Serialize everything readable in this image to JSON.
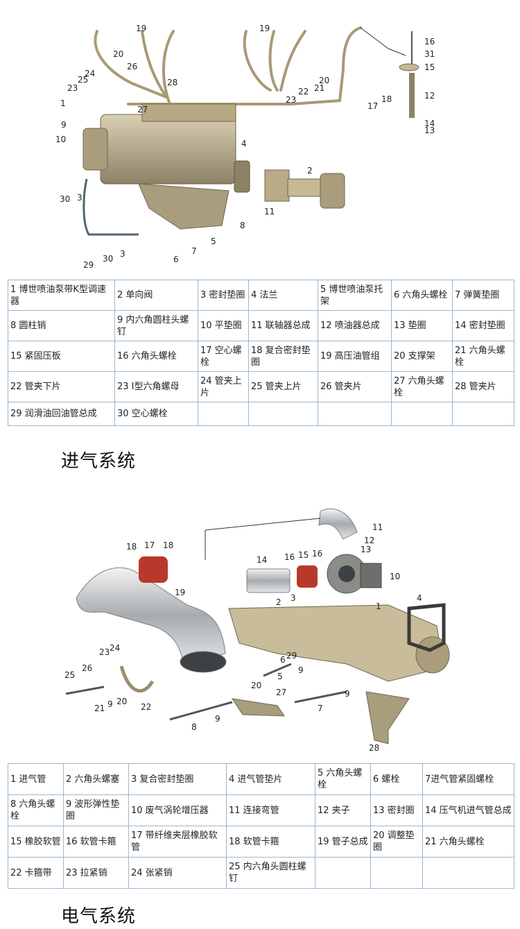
{
  "fuel_system": {
    "callouts": [
      "1",
      "2",
      "3",
      "4",
      "5",
      "6",
      "7",
      "8",
      "9",
      "10",
      "11",
      "12",
      "13",
      "14",
      "15",
      "16",
      "17",
      "18",
      "19",
      "20",
      "21",
      "22",
      "23",
      "24",
      "25",
      "26",
      "27",
      "28",
      "29",
      "30",
      "31"
    ],
    "parts": [
      [
        "1 博世喷油泵带K型调速器",
        "2 单向阀",
        "3 密封垫圈",
        "4 法兰",
        "5 博世喷油泵托架",
        "6 六角头螺栓",
        "7 弹簧垫圈"
      ],
      [
        "8 圆柱销",
        "9 内六角圆柱头螺钉",
        "10 平垫圈",
        "11 联轴器总成",
        "12 喷油器总成",
        "13 垫圈",
        "14 密封垫圈"
      ],
      [
        "15 紧固压板",
        "16 六角头螺栓",
        "17 空心螺栓",
        "18 复合密封垫圈",
        "19 高压油管组",
        "20 支撑架",
        "21 六角头螺栓"
      ],
      [
        "22 管夹下片",
        "23 Ⅰ型六角螺母",
        "24 管夹上片",
        "25 管夹上片",
        "26 管夹片",
        "27 六角头螺栓",
        "28 管夹片"
      ],
      [
        "29 润滑油回油管总成",
        "30 空心螺栓",
        "",
        "",
        "",
        "",
        ""
      ]
    ]
  },
  "intake_system": {
    "title": "进气系统",
    "parts": [
      [
        "1 进气管",
        "2 六角头螺塞",
        "3 复合密封垫圈",
        "4 进气管垫片",
        "5 六角头螺栓",
        "6 螺栓",
        "7进气管紧固螺栓"
      ],
      [
        "8 六角头螺栓",
        "9 波形弹性垫圈",
        "10 废气涡轮增压器",
        "11 连接弯管",
        "12 夹子",
        "13 密封圈",
        "14 压气机进气管总成"
      ],
      [
        "15 橡胶软管",
        "16 软管卡箍",
        "17 带纤维夹层橡胶软管",
        "18 软管卡箍",
        "19 管子总成",
        "20 调整垫圈",
        "21 六角头螺栓"
      ],
      [
        "22 卡箍带",
        "23 拉紧销",
        "24 张紧销",
        "25 内六角头圆柱螺钉",
        "",
        "",
        ""
      ]
    ]
  },
  "electrical_system": {
    "title": "电气系统"
  },
  "colors": {
    "table_border": "#9ab7d3",
    "part_metal": "#b9ab86",
    "part_dark": "#6f6650",
    "rubber": "#c0392b",
    "chrome": "#cfd2d4"
  }
}
